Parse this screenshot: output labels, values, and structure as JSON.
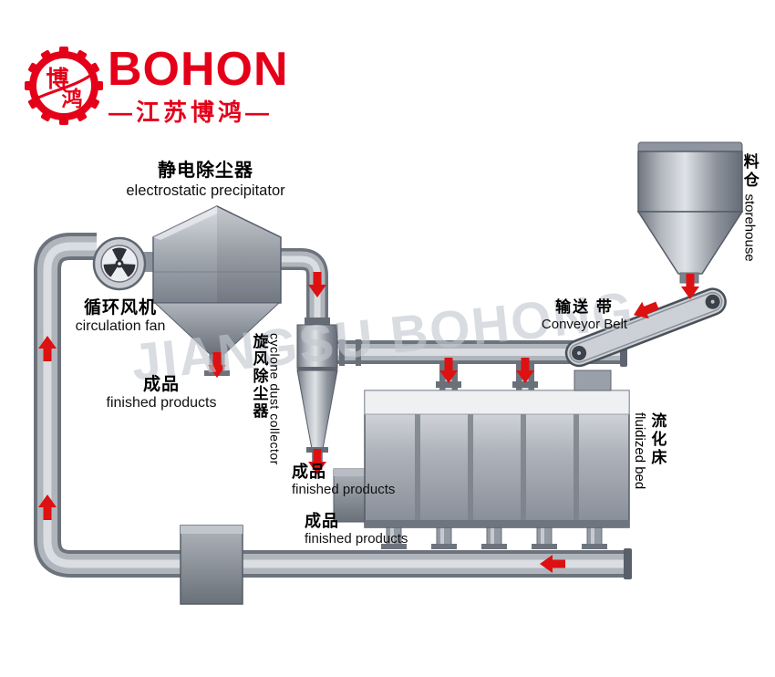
{
  "brand": {
    "name": "BOHON",
    "subtitle": "—江苏博鸿—",
    "emblem_chars_top": "博",
    "emblem_chars_bottom": "鸿"
  },
  "watermark": "JIANGSU BOHONG",
  "labels": {
    "esp": {
      "zh": "静电除尘器",
      "en": "electrostatic precipitator"
    },
    "fan": {
      "zh": "循环风机",
      "en": "circulation fan"
    },
    "esp_product": {
      "zh": "成品",
      "en": "finished products"
    },
    "cyclone": {
      "zh": "旋风除尘器",
      "en": "cyclone dust collector"
    },
    "cyclone_product": {
      "zh": "成品",
      "en": "finished products"
    },
    "bed_product": {
      "zh": "成品",
      "en": "finished products"
    },
    "conveyor": {
      "zh": "输送 带",
      "en": "Conveyor Belt"
    },
    "storehouse": {
      "zh": "料仓",
      "en": "storehouse"
    },
    "fluidized_bed": {
      "zh": "流化床",
      "en": "fluidized bed"
    }
  },
  "colors": {
    "brand_red": "#e50019",
    "arrow_red": "#dd1111",
    "pipe_gray": "#9aa0a9",
    "watermark_gray": "#c3c8d0"
  }
}
